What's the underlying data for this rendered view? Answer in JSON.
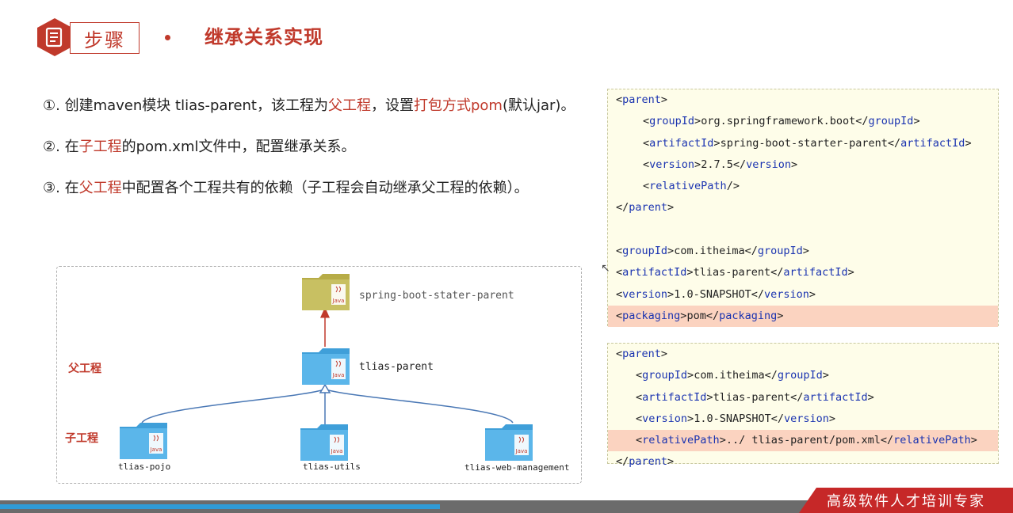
{
  "header": {
    "badge_label": "步骤",
    "title": "继承关系实现"
  },
  "steps": [
    {
      "num": "①. ",
      "parts": [
        {
          "t": "创建maven模块 tlias-parent，该工程为"
        },
        {
          "t": "父工程",
          "hl": true
        },
        {
          "t": "，设置"
        },
        {
          "t": "打包方式pom",
          "hl": true
        },
        {
          "t": "(默认jar)。"
        }
      ]
    },
    {
      "num": "②. ",
      "parts": [
        {
          "t": "在"
        },
        {
          "t": "子工程",
          "hl": true
        },
        {
          "t": "的pom.xml文件中，配置继承关系。"
        }
      ]
    },
    {
      "num": "③. ",
      "parts": [
        {
          "t": "在"
        },
        {
          "t": "父工程",
          "hl": true
        },
        {
          "t": "中配置各个工程共有的依赖（子工程会自动继承父工程的依赖）。"
        }
      ]
    }
  ],
  "diagram": {
    "parent_label": "父工程",
    "child_label": "子工程",
    "top_folder": "spring-boot-stater-parent",
    "parent_folder": "tlias-parent",
    "children": [
      "tlias-pojo",
      "tlias-utils",
      "tlias-web-management"
    ],
    "folder_badge": "Java"
  },
  "code_parent": [
    {
      "indent": 0,
      "tag": "parent",
      "value": null,
      "open": true
    },
    {
      "indent": 1,
      "tag": "groupId",
      "value": "org.springframework.boot"
    },
    {
      "indent": 1,
      "tag": "artifactId",
      "value": "spring-boot-starter-parent"
    },
    {
      "indent": 1,
      "tag": "version",
      "value": "2.7.5"
    },
    {
      "indent": 1,
      "tag": "relativePath",
      "value": null,
      "selfclose": true
    },
    {
      "indent": 0,
      "tag": "parent",
      "value": null,
      "close": true
    },
    {
      "blank": true
    },
    {
      "indent": 0,
      "tag": "groupId",
      "value": "com.itheima"
    },
    {
      "indent": 0,
      "tag": "artifactId",
      "value": "tlias-parent"
    },
    {
      "indent": 0,
      "tag": "version",
      "value": "1.0-SNAPSHOT"
    },
    {
      "indent": 0,
      "tag": "packaging",
      "value": "pom",
      "hl": true
    }
  ],
  "code_child": [
    {
      "indent": 0,
      "tag": "parent",
      "value": null,
      "open": true
    },
    {
      "indent": 1,
      "tag": "groupId",
      "value": "com.itheima"
    },
    {
      "indent": 1,
      "tag": "artifactId",
      "value": "tlias-parent"
    },
    {
      "indent": 1,
      "tag": "version",
      "value": "1.0-SNAPSHOT"
    },
    {
      "indent": 1,
      "tag": "relativePath",
      "value": "../ tlias-parent/pom.xml",
      "hl": true
    },
    {
      "indent": 0,
      "tag": "parent",
      "value": null,
      "close": true
    }
  ],
  "brand": "高级软件人才培训专家",
  "colors": {
    "accent": "#c0392b",
    "tag": "#1a33b0",
    "code_bg": "#fefde9",
    "code_highlight": "#fbd3c0",
    "folder_blue": "#5bb6ea",
    "folder_olive": "#c8c062",
    "arrow_red": "#c0392b",
    "arrow_blue": "#4a78b5"
  }
}
